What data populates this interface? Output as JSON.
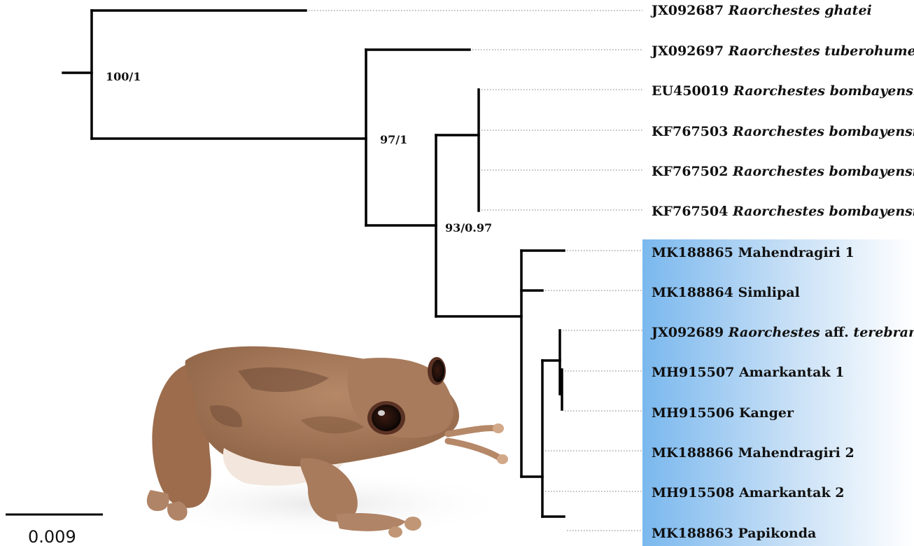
{
  "taxa": [
    {
      "accession": "JX092687",
      "genus": "Raorchestes",
      "qualifier": "",
      "epithet": "ghatei",
      "locality": ""
    },
    {
      "accession": "JX092697",
      "genus": "Raorchestes",
      "qualifier": "",
      "epithet": "tuberohumerus",
      "locality": ""
    },
    {
      "accession": "EU450019",
      "genus": "Raorchestes",
      "qualifier": "",
      "epithet": "bombayensis",
      "locality": ""
    },
    {
      "accession": "KF767503",
      "genus": "Raorchestes",
      "qualifier": "",
      "epithet": "bombayensis",
      "locality": ""
    },
    {
      "accession": "KF767502",
      "genus": "Raorchestes",
      "qualifier": "",
      "epithet": "bombayensis",
      "locality": ""
    },
    {
      "accession": "KF767504",
      "genus": "Raorchestes",
      "qualifier": "",
      "epithet": "bombayensis",
      "locality": ""
    },
    {
      "accession": "MK188865",
      "genus": "",
      "qualifier": "",
      "epithet": "",
      "locality": "Mahendragiri 1",
      "highlight": true
    },
    {
      "accession": "MK188864",
      "genus": "",
      "qualifier": "",
      "epithet": "",
      "locality": "Simlipal",
      "highlight": true
    },
    {
      "accession": "JX092689",
      "genus": "Raorchestes",
      "qualifier": "aff.",
      "epithet": "terebrans",
      "locality": "",
      "highlight": true
    },
    {
      "accession": "MH915507",
      "genus": "",
      "qualifier": "",
      "epithet": "",
      "locality": "Amarkantak 1",
      "highlight": true
    },
    {
      "accession": "MH915506",
      "genus": "",
      "qualifier": "",
      "epithet": "",
      "locality": "Kanger",
      "highlight": true
    },
    {
      "accession": "MK188866",
      "genus": "",
      "qualifier": "",
      "epithet": "",
      "locality": "Mahendragiri 2",
      "highlight": true
    },
    {
      "accession": "MH915508",
      "genus": "",
      "qualifier": "",
      "epithet": "",
      "locality": "Amarkantak 2",
      "highlight": true
    },
    {
      "accession": "MK188863",
      "genus": "",
      "qualifier": "",
      "epithet": "",
      "locality": "Papikonda",
      "highlight": true
    }
  ],
  "support_values": [
    "100/1",
    "97/1",
    "93/0.97"
  ],
  "scale_bar": {
    "label": "0.009"
  },
  "colors": {
    "highlight": "#7ab8ee",
    "branch": "#000000",
    "leader": "#777777"
  },
  "photo": {
    "subject": "frog-photo",
    "body_color": "#a67858",
    "dark_color": "#6e4a36",
    "belly_color": "#f3e6dc"
  }
}
